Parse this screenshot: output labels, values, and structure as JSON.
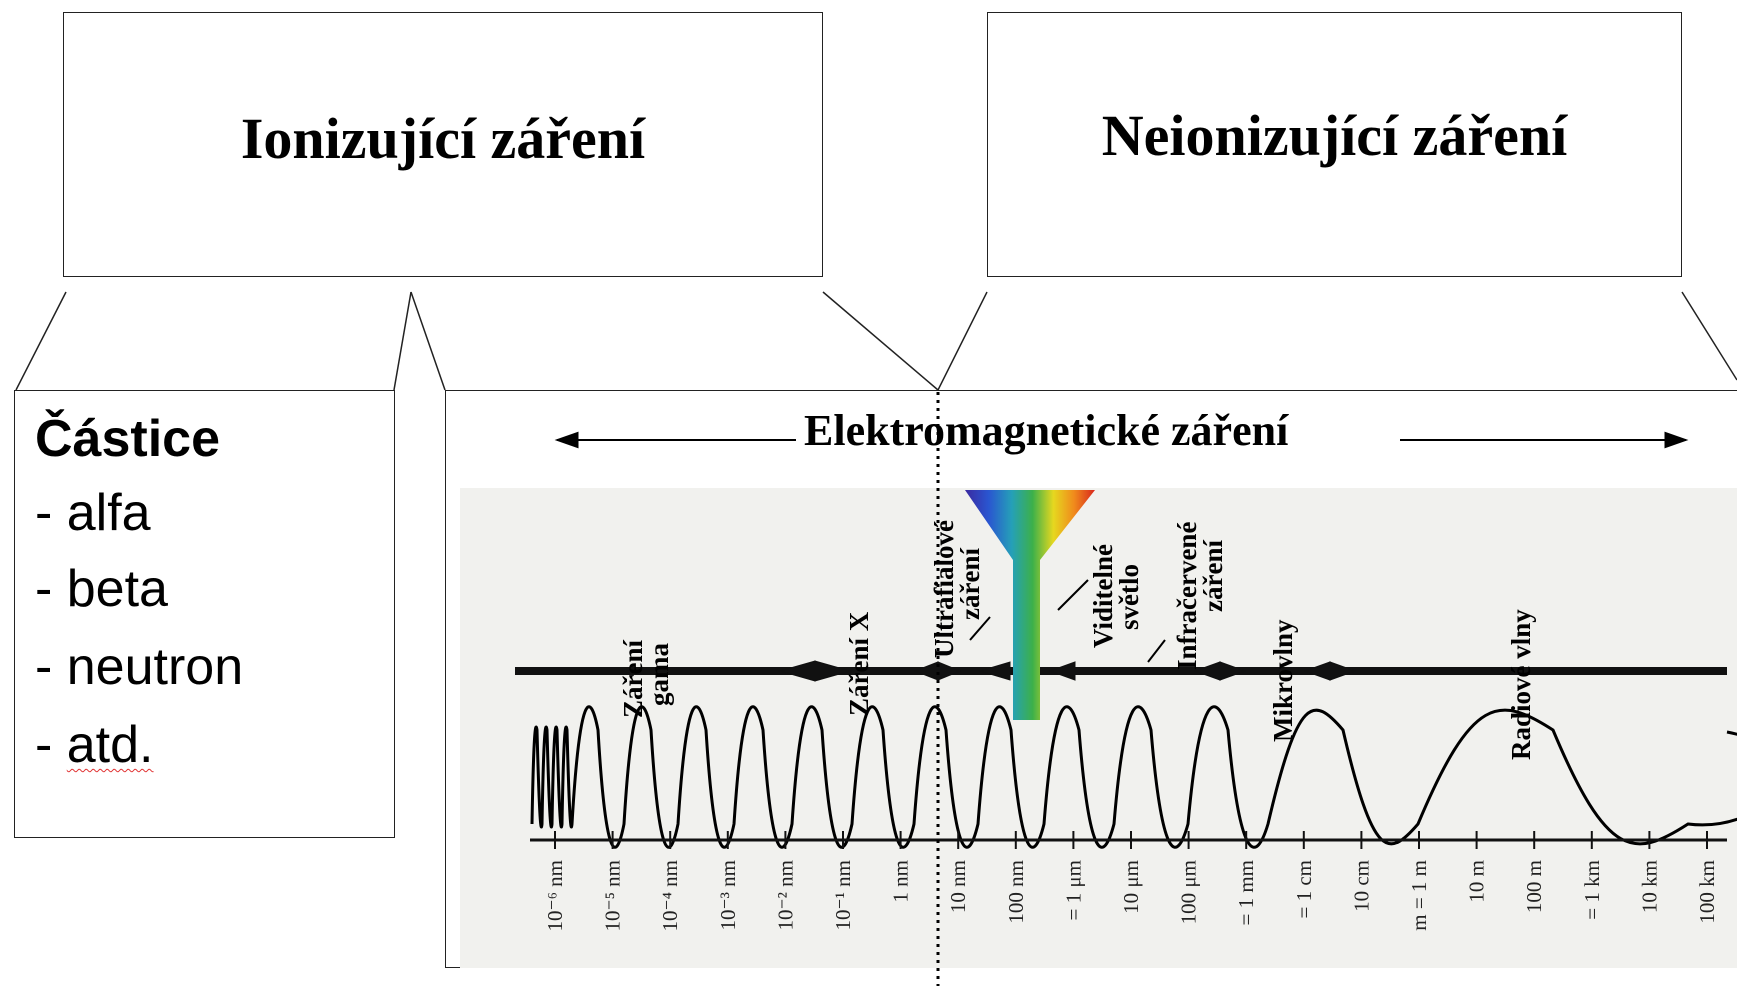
{
  "ionizing_title": "Ionizující záření",
  "nonionizing_title": "Neionizující záření",
  "particles": {
    "heading": "Částice",
    "items": [
      "- alfa",
      "- beta",
      "- neutron",
      "- atd."
    ]
  },
  "spectrum": {
    "em_label": "Elektromagnetické záření",
    "bands": {
      "gamma": [
        "Záření",
        "gama"
      ],
      "xray": "Záření X",
      "uv": [
        "Ultrafialové",
        "záření"
      ],
      "visible": [
        "Viditelné",
        "světlo"
      ],
      "ir": [
        "Infračervené",
        "záření"
      ],
      "micro": "Mikrovlny",
      "radio": "Radiové vlny"
    },
    "ticks": [
      "10⁻⁶ nm",
      "10⁻⁵ nm",
      "10⁻⁴ nm",
      "10⁻³ nm",
      "10⁻² nm",
      "10⁻¹ nm",
      "1 nm",
      "10 nm",
      "100 nm",
      "= 1 μm",
      "10 μm",
      "100 μm",
      "= 1 mm",
      "= 1 cm",
      "10 cm",
      "m = 1 m",
      "10 m",
      "100 m",
      "= 1 km",
      "10 km",
      "100 km"
    ]
  }
}
